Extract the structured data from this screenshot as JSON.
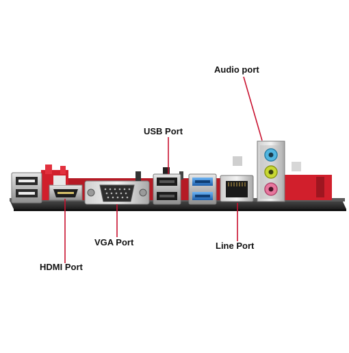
{
  "labels": {
    "audio": "Audio port",
    "usb": "USB Port",
    "vga": "VGA Port",
    "line": "Line Port",
    "hdmi": "HDMI Port"
  },
  "colors": {
    "pointer": "#c8102e",
    "board_red": "#d11f2c",
    "pcb_dark": "#2b2b2b",
    "usb3_blue": "#2f7fd0",
    "audio_blue": "#52b6e0",
    "audio_lime": "#c8d832",
    "audio_pink": "#e8779e",
    "label_text": "#111111"
  }
}
